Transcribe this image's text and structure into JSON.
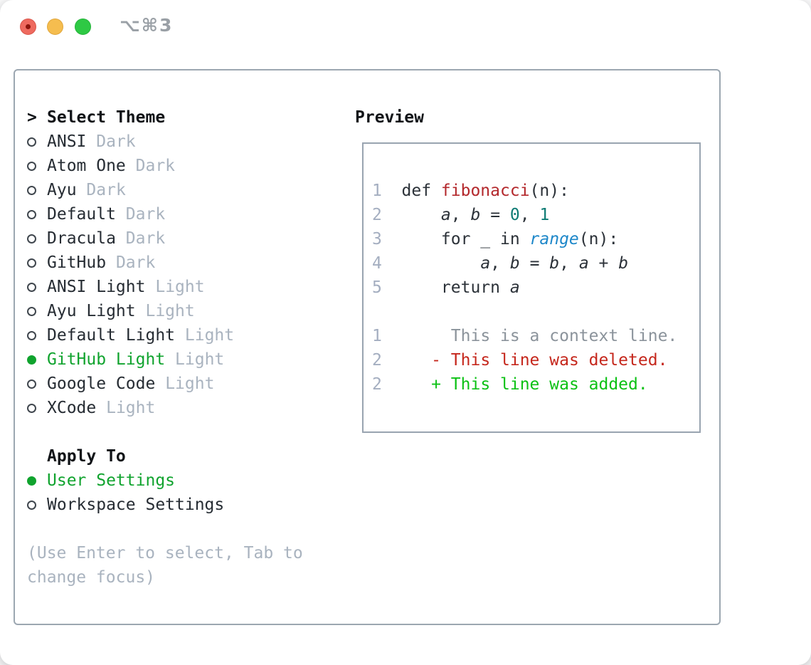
{
  "titlebar": {
    "shortcut": "⌥⌘3"
  },
  "colors": {
    "selected_green": "#10a32e",
    "added_green": "#0cc115",
    "deleted_red": "#c5271c",
    "function_red": "#b3282c",
    "literal_teal": "#0e7b74",
    "builtin_blue": "#1d87c9",
    "muted_gray": "#a9b3bf",
    "panel_border": "#9ca7b1",
    "traffic_red": "#ee6a5f",
    "traffic_yellow": "#f5bd4f",
    "traffic_green": "#2ec944"
  },
  "theme_selector": {
    "header_prefix": ">",
    "header": "Select Theme",
    "items": [
      {
        "name": "ANSI",
        "tag": "Dark",
        "selected": false
      },
      {
        "name": "Atom One",
        "tag": "Dark",
        "selected": false
      },
      {
        "name": "Ayu",
        "tag": "Dark",
        "selected": false
      },
      {
        "name": "Default",
        "tag": "Dark",
        "selected": false
      },
      {
        "name": "Dracula",
        "tag": "Dark",
        "selected": false
      },
      {
        "name": "GitHub",
        "tag": "Dark",
        "selected": false
      },
      {
        "name": "ANSI Light",
        "tag": "Light",
        "selected": false
      },
      {
        "name": "Ayu Light",
        "tag": "Light",
        "selected": false
      },
      {
        "name": "Default Light",
        "tag": "Light",
        "selected": false
      },
      {
        "name": "GitHub Light",
        "tag": "Light",
        "selected": true
      },
      {
        "name": "Google Code",
        "tag": "Light",
        "selected": false
      },
      {
        "name": "XCode",
        "tag": "Light",
        "selected": false
      }
    ]
  },
  "apply_to": {
    "header": "Apply To",
    "items": [
      {
        "label": "User Settings",
        "selected": true
      },
      {
        "label": "Workspace Settings",
        "selected": false
      }
    ]
  },
  "help_lines": [
    "(Use Enter to select, Tab to",
    "change focus)"
  ],
  "preview": {
    "header": "Preview",
    "lines": [
      {
        "num": "1",
        "segs": [
          [
            "plain",
            "def "
          ],
          [
            "func",
            "fibonacci"
          ],
          [
            "plain",
            "(n):"
          ]
        ]
      },
      {
        "num": "2",
        "segs": [
          [
            "plain",
            "    "
          ],
          [
            "var",
            "a"
          ],
          [
            "plain",
            ", "
          ],
          [
            "var",
            "b"
          ],
          [
            "plain",
            " = "
          ],
          [
            "lit",
            "0"
          ],
          [
            "plain",
            ", "
          ],
          [
            "lit",
            "1"
          ]
        ]
      },
      {
        "num": "3",
        "segs": [
          [
            "plain",
            "    for _ in "
          ],
          [
            "builtin",
            "range"
          ],
          [
            "plain",
            "(n):"
          ]
        ]
      },
      {
        "num": "4",
        "segs": [
          [
            "plain",
            "        "
          ],
          [
            "var",
            "a"
          ],
          [
            "plain",
            ", "
          ],
          [
            "var",
            "b"
          ],
          [
            "plain",
            " = "
          ],
          [
            "var",
            "b"
          ],
          [
            "plain",
            ", "
          ],
          [
            "var",
            "a"
          ],
          [
            "plain",
            " + "
          ],
          [
            "var",
            "b"
          ]
        ]
      },
      {
        "num": "5",
        "segs": [
          [
            "plain",
            "    return "
          ],
          [
            "var",
            "a"
          ]
        ]
      },
      {
        "num": "",
        "segs": []
      },
      {
        "num": "1",
        "segs": [
          [
            "plain",
            "     "
          ],
          [
            "ctx",
            "This is a context line."
          ]
        ]
      },
      {
        "num": "2",
        "segs": [
          [
            "plain",
            "   "
          ],
          [
            "del",
            "- This line was deleted."
          ]
        ]
      },
      {
        "num": "2",
        "segs": [
          [
            "plain",
            "   "
          ],
          [
            "add",
            "+ This line was added."
          ]
        ]
      }
    ]
  }
}
